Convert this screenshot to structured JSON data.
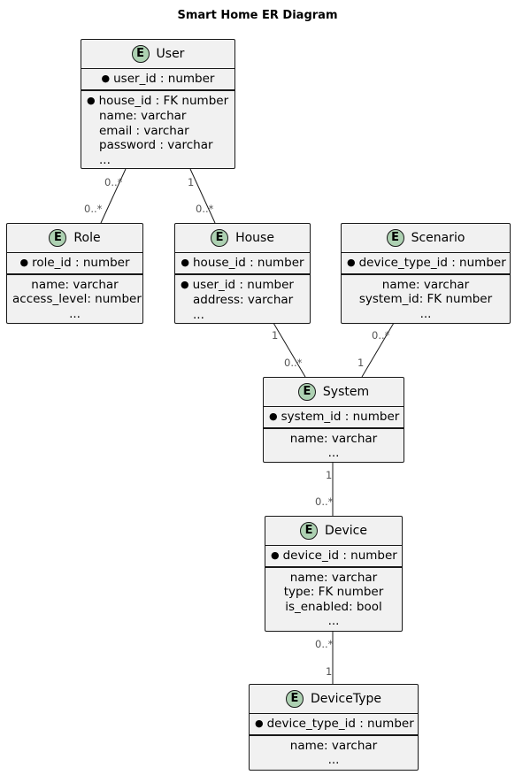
{
  "diagram": {
    "title": "Smart Home ER Diagram",
    "icon_letter": "E",
    "colors": {
      "entity_bg": "#f1f1f1",
      "icon_bg": "#ADD1B2",
      "border": "#181818",
      "line": "#181818"
    },
    "entities": {
      "user": {
        "name": "User",
        "pk": "user_id : number",
        "attrs": [
          "house_id : FK number",
          "name: varchar",
          "email : varchar",
          "password : varchar",
          "..."
        ]
      },
      "role": {
        "name": "Role",
        "pk": "role_id : number",
        "attrs": [
          "name: varchar",
          "access_level: number",
          "..."
        ]
      },
      "house": {
        "name": "House",
        "pk": "house_id : number",
        "attrs": [
          "user_id : number",
          "address: varchar",
          "..."
        ]
      },
      "scenario": {
        "name": "Scenario",
        "pk": "device_type_id : number",
        "attrs": [
          "name: varchar",
          "system_id: FK number",
          "..."
        ]
      },
      "system": {
        "name": "System",
        "pk": "system_id : number",
        "attrs": [
          "name: varchar",
          "..."
        ]
      },
      "device": {
        "name": "Device",
        "pk": "device_id : number",
        "attrs": [
          "name: varchar",
          "type: FK number",
          "is_enabled: bool",
          "..."
        ]
      },
      "devicetype": {
        "name": "DeviceType",
        "pk": "device_type_id : number",
        "attrs": [
          "name: varchar",
          "..."
        ]
      }
    },
    "relations": [
      {
        "from": "User",
        "to": "Role",
        "from_card": "0..*",
        "to_card": "0..*"
      },
      {
        "from": "User",
        "to": "House",
        "from_card": "1",
        "to_card": "0..*"
      },
      {
        "from": "House",
        "to": "System",
        "from_card": "1",
        "to_card": "0..*"
      },
      {
        "from": "Scenario",
        "to": "System",
        "from_card": "0..*",
        "to_card": "1"
      },
      {
        "from": "System",
        "to": "Device",
        "from_card": "1",
        "to_card": "0..*"
      },
      {
        "from": "Device",
        "to": "DeviceType",
        "from_card": "0..*",
        "to_card": "1"
      }
    ]
  }
}
